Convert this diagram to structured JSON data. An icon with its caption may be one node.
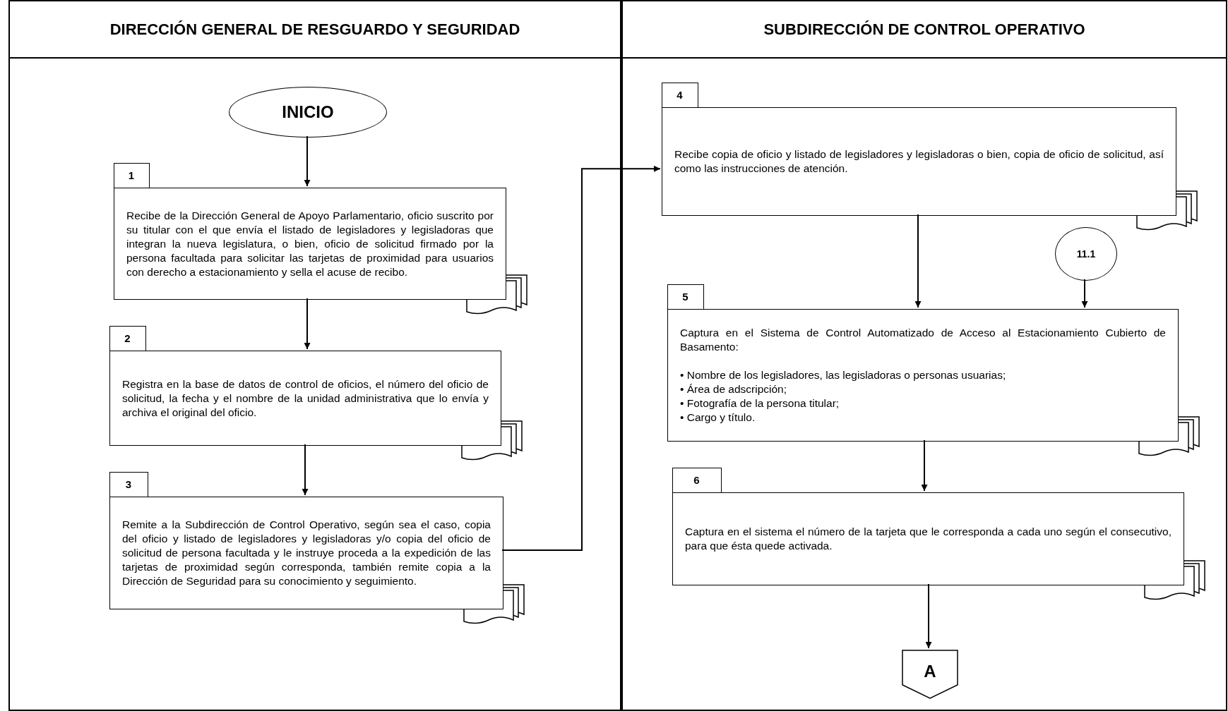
{
  "diagram": {
    "nodes": [
      {
        "text": [
          "DIRECCIÓN GENERAL DE RESGUARDO Y SEGURIDAD"
        ]
      },
      {
        "text": [
          "SUBDIRECCIÓN DE CONTROL OPERATIVO"
        ]
      },
      {
        "text": [
          "INICIO"
        ],
        "in": 0
      },
      {
        "text": [
          "1",
          "Recibe de la Dirección General de Apoyo Parlamentario, oficio suscrito por su titular con el que envía el listado de legisladores y legisladoras que integran la nueva legislatura, o bien, oficio de solicitud firmado por la persona facultada para solicitar las tarjetas de proximidad para usuarios con derecho a estacionamiento y sella el acuse de recibo."
        ],
        "in": 0
      },
      {
        "text": [
          "2",
          "Registra en la base de datos de control de oficios, el número del oficio de solicitud, la fecha y el nombre de la unidad administrativa que lo envía y archiva el original del oficio."
        ],
        "in": 0
      },
      {
        "text": [
          "3",
          "Remite a la Subdirección de Control Operativo, según sea el caso, copia del oficio y listado de legisladores y legisladoras y/o copia del oficio de solicitud de persona facultada y le instruye proceda a la expedición de las tarjetas de proximidad según corresponda, también remite copia a la Dirección de Seguridad para su conocimiento y seguimiento."
        ],
        "in": 0
      },
      {
        "text": [
          "4",
          "Recibe copia de oficio y listado de legisladores y legisladoras o bien, copia de oficio de solicitud, así como las instrucciones de atención."
        ],
        "in": 1
      },
      {
        "text": [
          "11.1"
        ],
        "in": 1
      },
      {
        "text": [
          "5",
          "Captura en el Sistema de Control Automatizado de Acceso al Estacionamiento Cubierto de Basamento:",
          "• Nombre de los legisladores, las legisladoras o personas usuarias;",
          "• Área de adscripción;",
          "• Fotografía de la persona titular;",
          "• Cargo y título."
        ],
        "in": 1
      },
      {
        "text": [
          "6",
          "Captura en el sistema el número de la tarjeta que le corresponda a cada uno según el consecutivo, para que ésta quede activada."
        ],
        "in": 1
      },
      {
        "text": [
          "A"
        ],
        "in": 1
      }
    ],
    "edges": [
      {
        "from": 2,
        "to": 3,
        "arrow": "to"
      },
      {
        "from": 3,
        "to": 4,
        "arrow": "to"
      },
      {
        "from": 4,
        "to": 5,
        "arrow": "to"
      },
      {
        "from": 5,
        "to": 6,
        "arrow": "to"
      },
      {
        "from": 6,
        "to": 8,
        "arrow": "to"
      },
      {
        "from": 7,
        "to": 8,
        "arrow": "to"
      },
      {
        "from": 8,
        "to": 9,
        "arrow": "to"
      },
      {
        "from": 9,
        "to": 10,
        "arrow": "to"
      }
    ]
  }
}
